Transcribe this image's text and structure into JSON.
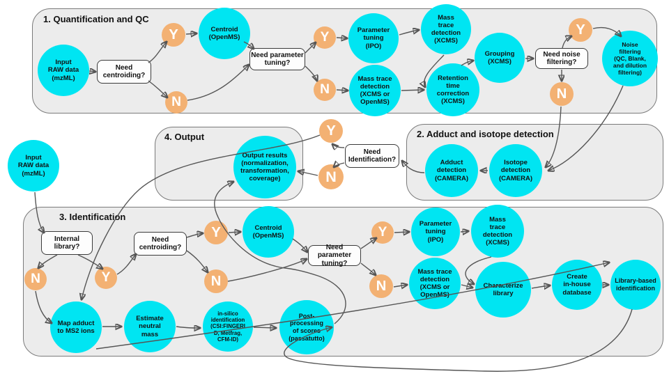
{
  "sections": {
    "s1": "1. Quantification and QC",
    "s2": "2. Adduct and isotope detection",
    "s3": "3. Identification",
    "s4": "4. Output"
  },
  "decisions": {
    "need_centroiding_1": "Need\ncentroiding?",
    "need_param_tuning_1": "Need parameter\ntuning?",
    "need_noise_filtering": "Need noise\nfiltering?",
    "need_identification": "Need\nIdentification?",
    "internal_library": "Internal\nlibrary?",
    "need_centroiding_3": "Need\ncentroiding?",
    "need_param_tuning_3": "Need parameter\ntuning?"
  },
  "nodes": {
    "input_raw_1": "Input\nRAW data\n(mzML)",
    "centroid_1": "Centroid\n(OpenMS)",
    "param_tuning_1": "Parameter\ntuning\n(IPO)",
    "mass_trace_xcms_1": "Mass\ntrace\ndetection\n(XCMS)",
    "mass_trace_or_1": "Mass trace\ndetection\n(XCMS or\nOpenMS)",
    "retention_time": "Retention\ntime\ncorrection\n(XCMS)",
    "grouping": "Grouping\n(XCMS)",
    "noise_filtering": "Noise\nfiltering\n(QC, Blank,\nand dilution\nfiltering)",
    "isotope_detection": "Isotope\ndetection\n(CAMERA)",
    "adduct_detection": "Adduct\ndetection\n(CAMERA)",
    "output_results": "Output results\n(normalization,\ntransformation,\ncoverage)",
    "input_raw_2": "Input\nRAW data\n(mzML)",
    "centroid_3": "Centroid\n(OpenMS)",
    "param_tuning_3": "Parameter\ntuning\n(IPO)",
    "mass_trace_xcms_3": "Mass\ntrace\ndetection\n(XCMS)",
    "mass_trace_or_3": "Mass trace\ndetection\n(XCMS or\nOpenMS)",
    "characterize_library": "Characterize\nlibrary",
    "create_inhouse_db": "Create\nin-house\ndatabase",
    "library_based_id": "Library-based\nidentification",
    "map_adduct": "Map adduct\nto MS2 ions",
    "estimate_neutral_mass": "Estimate\nneutral\nmass",
    "insilico_id": "in-silico\nidentification\n(CSI:FINGERI\nD, Metfrag,\nCFM-ID)",
    "postprocessing": "Post-\nprocessing\nof scores\n(passatutto)"
  },
  "branch_labels": {
    "yes": "Y",
    "no": "N"
  },
  "colors": {
    "process_node": "#00e5f2",
    "branch_node": "#f3b173",
    "section_bg": "#ececec",
    "arrow": "#555555"
  }
}
